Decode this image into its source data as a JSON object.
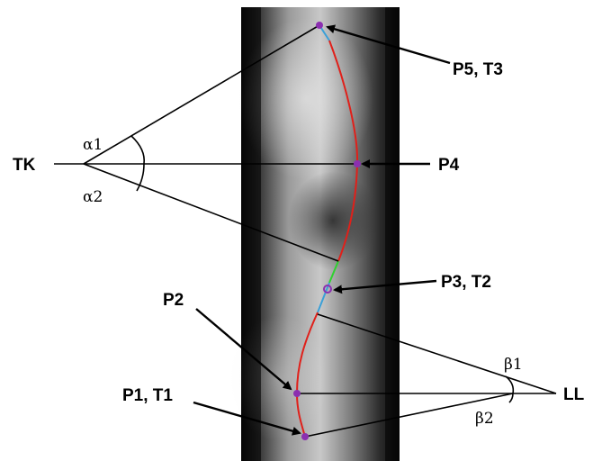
{
  "labels": {
    "tk": "TK",
    "ll": "LL",
    "p1_t1": "P1, T1",
    "p2": "P2",
    "p3_t2": "P3, T2",
    "p4": "P4",
    "p5_t3": "P5, T3",
    "alpha1": "α1",
    "alpha2": "α2",
    "beta1": "β1",
    "beta2": "β2"
  },
  "colors": {
    "curve_main": "#e0201a",
    "curve_segment_upper": "#3aa0d8",
    "curve_segment_middle": "#2fd12f",
    "curve_segment_lower": "#3aa0d8",
    "point_marker": "#8b2fb0",
    "xray_background": "#1c1c1c"
  }
}
